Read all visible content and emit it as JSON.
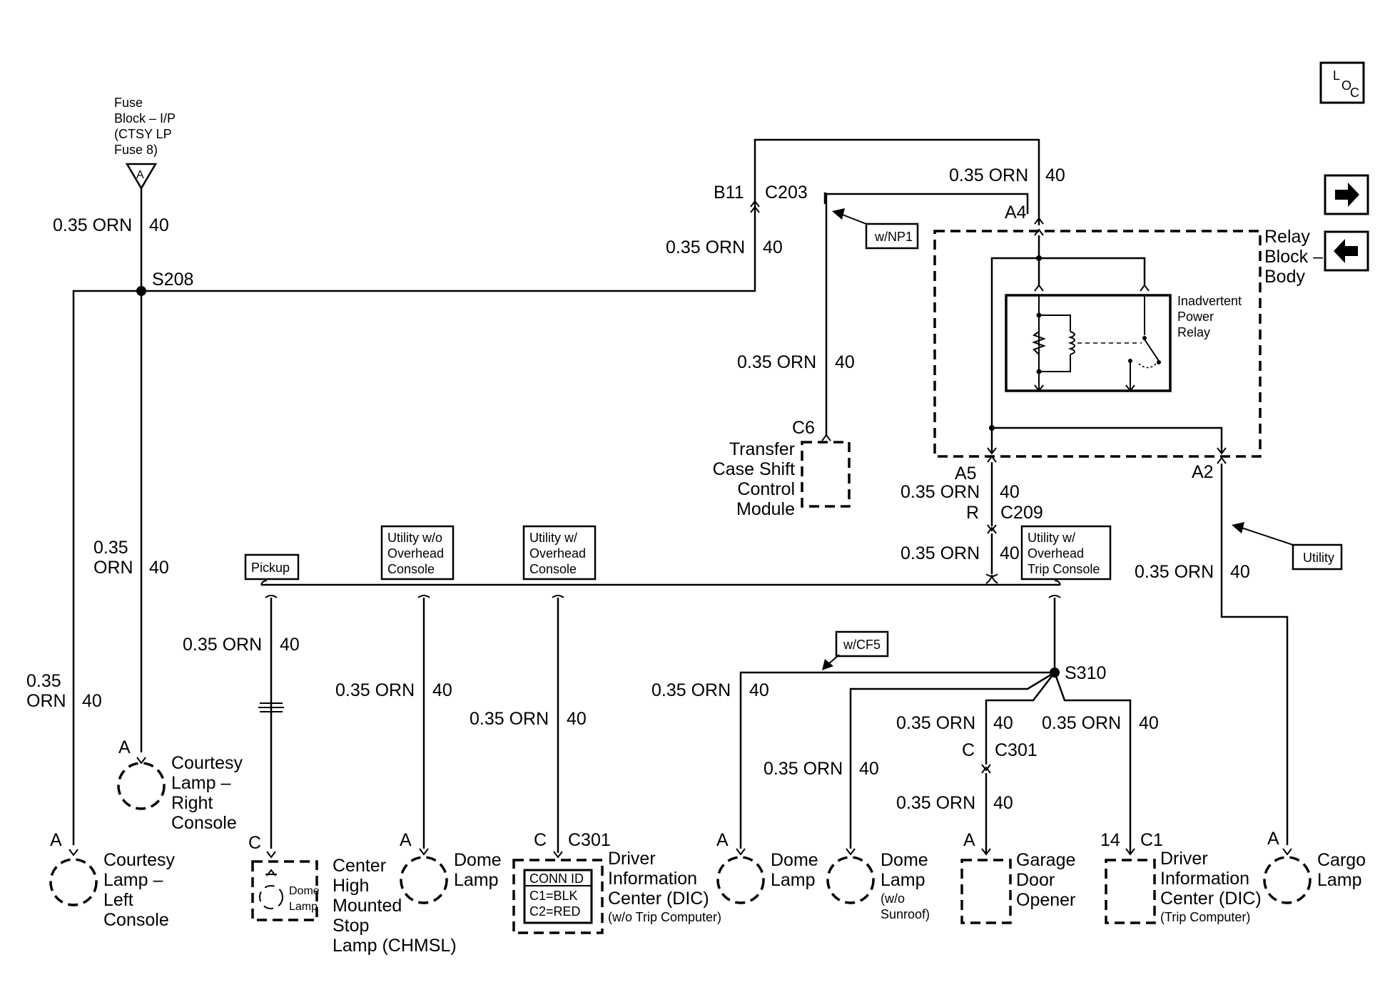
{
  "loc_button": {
    "big_l": "L",
    "small_o": "O",
    "small_c": "C"
  },
  "nav": {
    "forward_arrow": "→",
    "back_arrow": "←"
  },
  "fuse": {
    "line1": "Fuse",
    "line2": "Block – I/P",
    "line3": "(CTSY LP",
    "line4": "Fuse 8)",
    "pin": "A"
  },
  "wire_gauge": "0.35 ORN",
  "wire_gauge_num": "0.35",
  "wire_color": "ORN",
  "circuit": "40",
  "splices": {
    "s208": "S208",
    "s310": "S310"
  },
  "connectors": {
    "b11": "B11",
    "c203": "C203",
    "a4": "A4",
    "a5": "A5",
    "a2": "A2",
    "r": "R",
    "c209": "C209",
    "c6": "C6",
    "c301": "C301",
    "c": "C",
    "a": "A",
    "pin14": "14",
    "c1": "C1"
  },
  "options": {
    "w_np1": "w/NP1",
    "w_cf5": "w/CF5",
    "utility": "Utility",
    "pickup": "Pickup",
    "utility_wo_overhead": [
      "Utility w/o",
      "Overhead",
      "Console"
    ],
    "utility_w_overhead": [
      "Utility w/",
      "Overhead",
      "Console"
    ],
    "utility_w_trip": [
      "Utility w/",
      "Overhead",
      "Trip Console"
    ]
  },
  "relay_block": {
    "label": [
      "Relay",
      "Block –",
      "Body"
    ],
    "relay": [
      "Inadvertent",
      "Power",
      "Relay"
    ]
  },
  "transfer_case": [
    "Transfer",
    "Case Shift",
    "Control",
    "Module"
  ],
  "components": {
    "courtesy_right": [
      "Courtesy",
      "Lamp –",
      "Right",
      "Console"
    ],
    "courtesy_left": [
      "Courtesy",
      "Lamp –",
      "Left",
      "Console"
    ],
    "chmsl": [
      "Center",
      "High",
      "Mounted",
      "Stop",
      "Lamp (CHMSL)"
    ],
    "chmsl_inner": [
      "Dome",
      "Lamp"
    ],
    "dome_lamp": [
      "Dome",
      "Lamp"
    ],
    "dic_wo_trip": [
      "Driver",
      "Information",
      "Center (DIC)",
      "(w/o Trip Computer)"
    ],
    "conn_id": [
      "CONN ID",
      "C1=BLK",
      "C2=RED"
    ],
    "dome_lamp_wo_sunroof": [
      "Dome",
      "Lamp",
      "(w/o",
      "Sunroof)"
    ],
    "garage_door": [
      "Garage",
      "Door",
      "Opener"
    ],
    "dic_trip": [
      "Driver",
      "Information",
      "Center (DIC)",
      "(Trip Computer)"
    ],
    "cargo_lamp": [
      "Cargo",
      "Lamp"
    ]
  }
}
